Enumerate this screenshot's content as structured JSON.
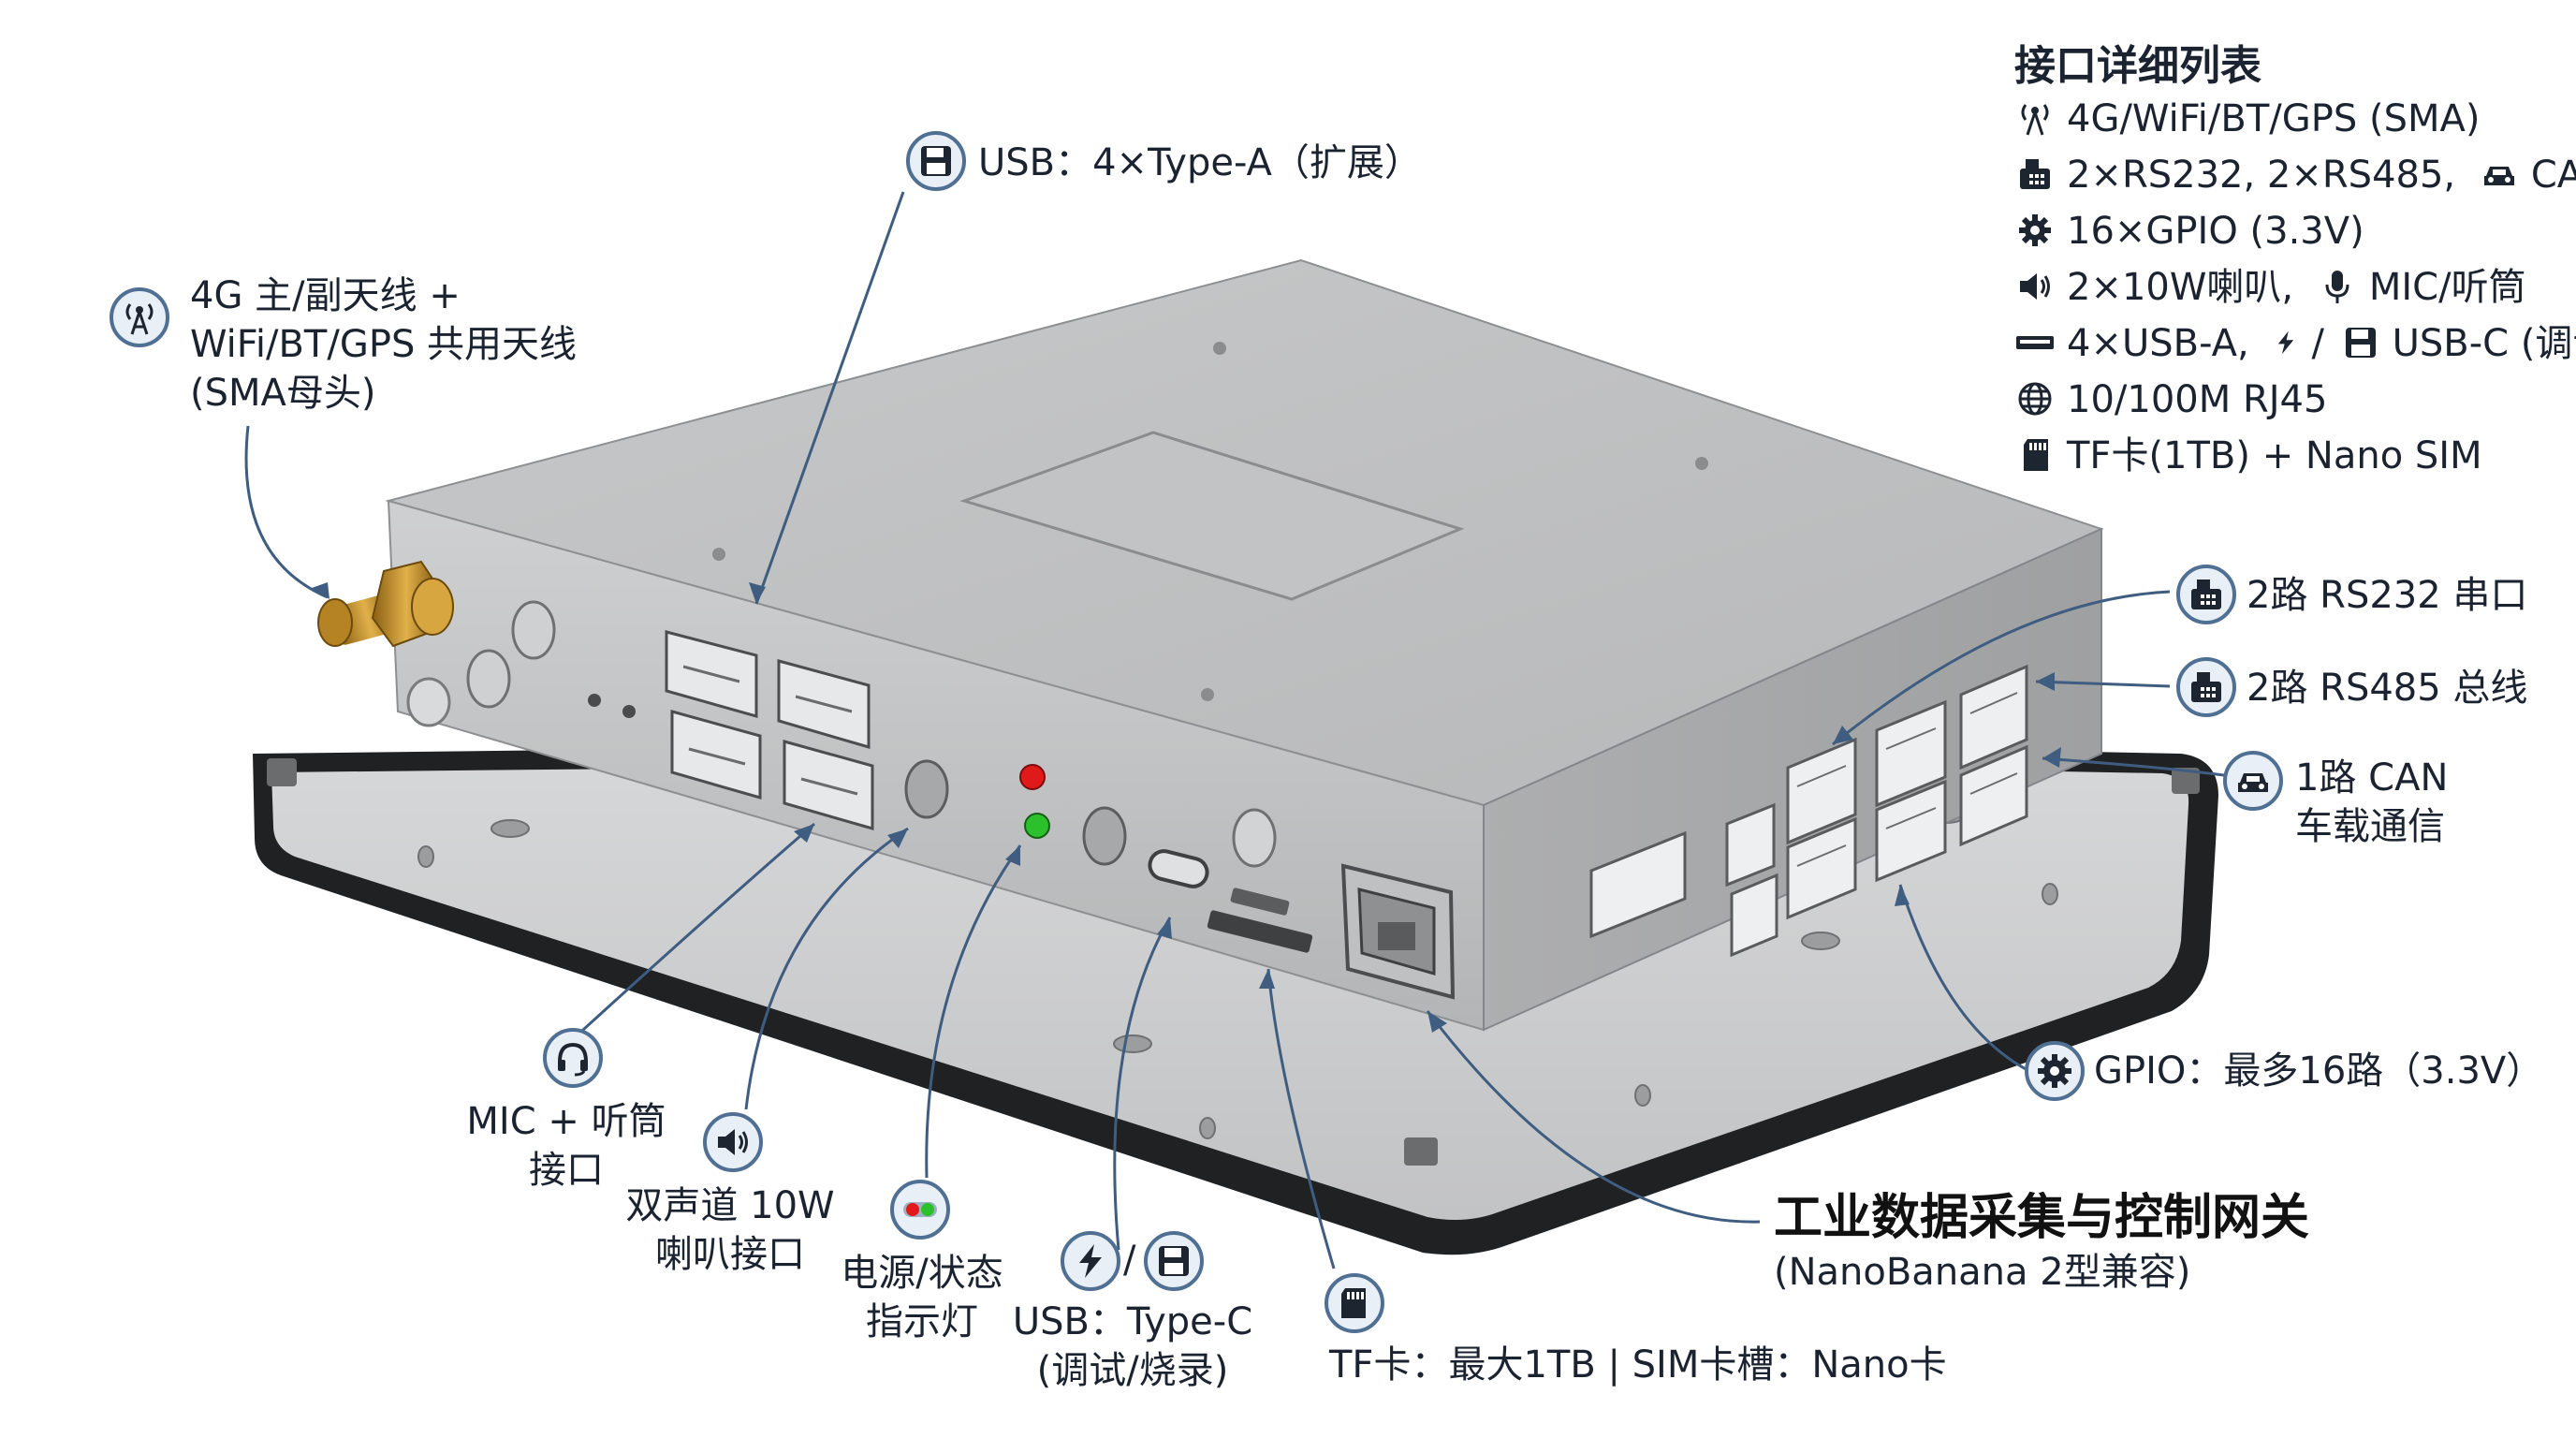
{
  "callouts": {
    "usb_a": "USB：4×Type-A（扩展）",
    "antenna_1": "4G 主/副天线 +",
    "antenna_2": "WiFi/BT/GPS 共用天线",
    "antenna_3": "(SMA母头)",
    "rs232": "2路 RS232 串口",
    "rs485": "2路 RS485 总线",
    "can_1": "1路 CAN",
    "can_2": "车载通信",
    "gpio": "GPIO：最多16路（3.3V）",
    "mic_1": "MIC + 听筒",
    "mic_2": "接口",
    "speaker_1": "双声道 10W",
    "speaker_2": "喇叭接口",
    "led_1": "电源/状态",
    "led_2": "指示灯",
    "usbc_1": "USB：Type-C",
    "usbc_2": "(调试/烧录)",
    "usbc_sep": "/",
    "tf": "TF卡：最大1TB | SIM卡槽：Nano卡"
  },
  "gateway": {
    "title": "工业数据采集与控制网关",
    "subtitle": "(NanoBanana 2型兼容)"
  },
  "legend": {
    "title": "接口详细列表",
    "items": [
      "4G/WiFi/BT/GPS (SMA)",
      "2×RS232, 2×RS485,",
      "CAN",
      "16×GPIO (3.3V)",
      "2×10W喇叭,",
      "MIC/听筒",
      "4×USB-A,",
      "/",
      "USB-C (调试)",
      "10/100M RJ45",
      "TF卡(1TB) + Nano SIM"
    ]
  },
  "icons": {
    "antenna": "antenna-tower-icon",
    "usb": "floppy-disk-icon",
    "serial": "fax-machine-icon",
    "car": "car-icon",
    "gear": "gear-icon",
    "headset": "headset-icon",
    "speaker": "speaker-icon",
    "led": "led-toggle-icon",
    "bolt": "lightning-bolt-icon",
    "sdcard": "sd-card-icon",
    "globe": "globe-icon",
    "mic": "microphone-icon",
    "usb_stick": "usb-stick-icon"
  },
  "colors": {
    "accent": "#4f6f93",
    "badge_bg": "#e9eff6",
    "case_top": "#c9cacb",
    "case_front": "#b8b9ba",
    "bezel": "#202224",
    "sma_gold": "#c8962e",
    "led_red": "#e01a1a",
    "led_green": "#2cc12c"
  }
}
